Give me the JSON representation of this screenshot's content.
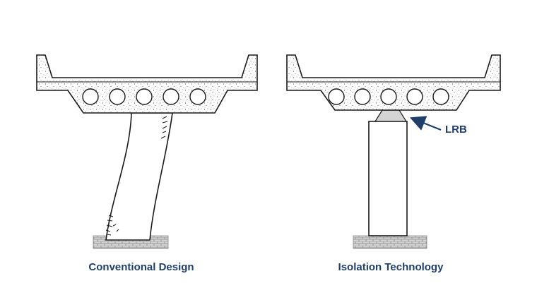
{
  "diagram": {
    "left_caption": "Conventional Design",
    "right_caption": "Isolation Technology",
    "callout_label": "LRB",
    "colors": {
      "ink": "#1a1a1a",
      "accent": "#1f3f6b",
      "concrete_fill": "#ffffff",
      "bearing_fill": "#d4d4d4",
      "ground_fill": "#cfcfcf"
    }
  }
}
